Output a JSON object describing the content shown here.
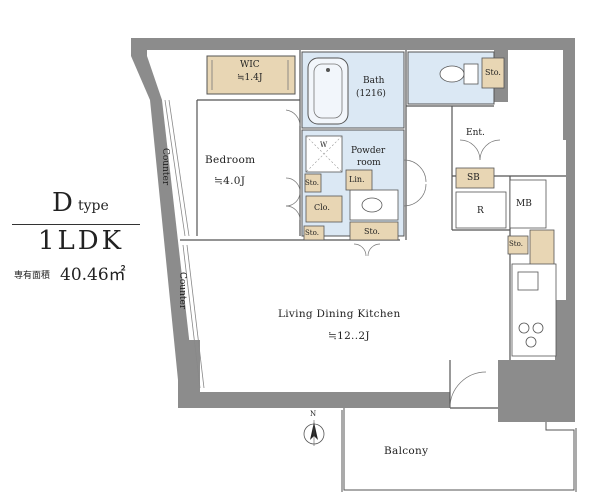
{
  "type_block": {
    "type_letter": "D",
    "type_word": "type",
    "layout": "1LDK",
    "area_label": "専有面積",
    "area_value": "40.46㎡"
  },
  "rooms": {
    "wic": {
      "name": "WIC",
      "size": "≒1.4J"
    },
    "bath": {
      "name": "Bath",
      "size": "(1216)"
    },
    "powder": {
      "line1": "Powder",
      "line2": "room"
    },
    "bedroom": {
      "name": "Bedroom",
      "size": "≒4.0J"
    },
    "ldk": {
      "name": "Living Dining Kitchen",
      "size": "≒12..2J"
    },
    "balcony": {
      "name": "Balcony"
    },
    "ent": {
      "name": "Ent."
    },
    "sb": {
      "name": "SB"
    },
    "r": {
      "name": "R"
    },
    "mb": {
      "name": "MB"
    },
    "w": {
      "name": "W"
    }
  },
  "storage": {
    "sto_toilet": "Sto.",
    "sto_kitchen": "Sto.",
    "sto_bed": "Sto.",
    "sto_hall": "Sto.",
    "sto_small": "Sto.",
    "lin": "Lin.",
    "clo": "Clo."
  },
  "counters": {
    "upper": "Counter",
    "lower": "Counter"
  },
  "compass": {
    "label": "N"
  },
  "colors": {
    "wall": "#8c8c8c",
    "wet": "#dbe8f4",
    "storage": "#e8d6b4",
    "line": "#555555"
  }
}
